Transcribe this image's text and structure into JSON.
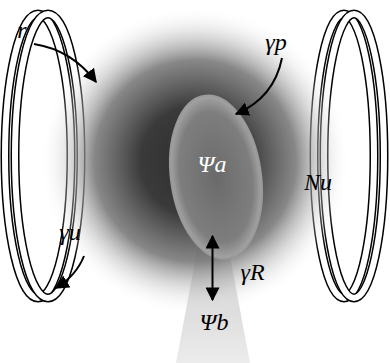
{
  "diagram": {
    "nodes": [
      {
        "text": [
          "Nu"
        ]
      },
      {
        "text": [
          "Ψa"
        ],
        "in": 0
      },
      {
        "text": [
          "Ψb"
        ]
      }
    ],
    "edges": [
      {
        "from": 1,
        "to": 2,
        "label": "γR",
        "arrow": "both"
      }
    ],
    "labels": [
      "r",
      "γp",
      "γu"
    ]
  }
}
